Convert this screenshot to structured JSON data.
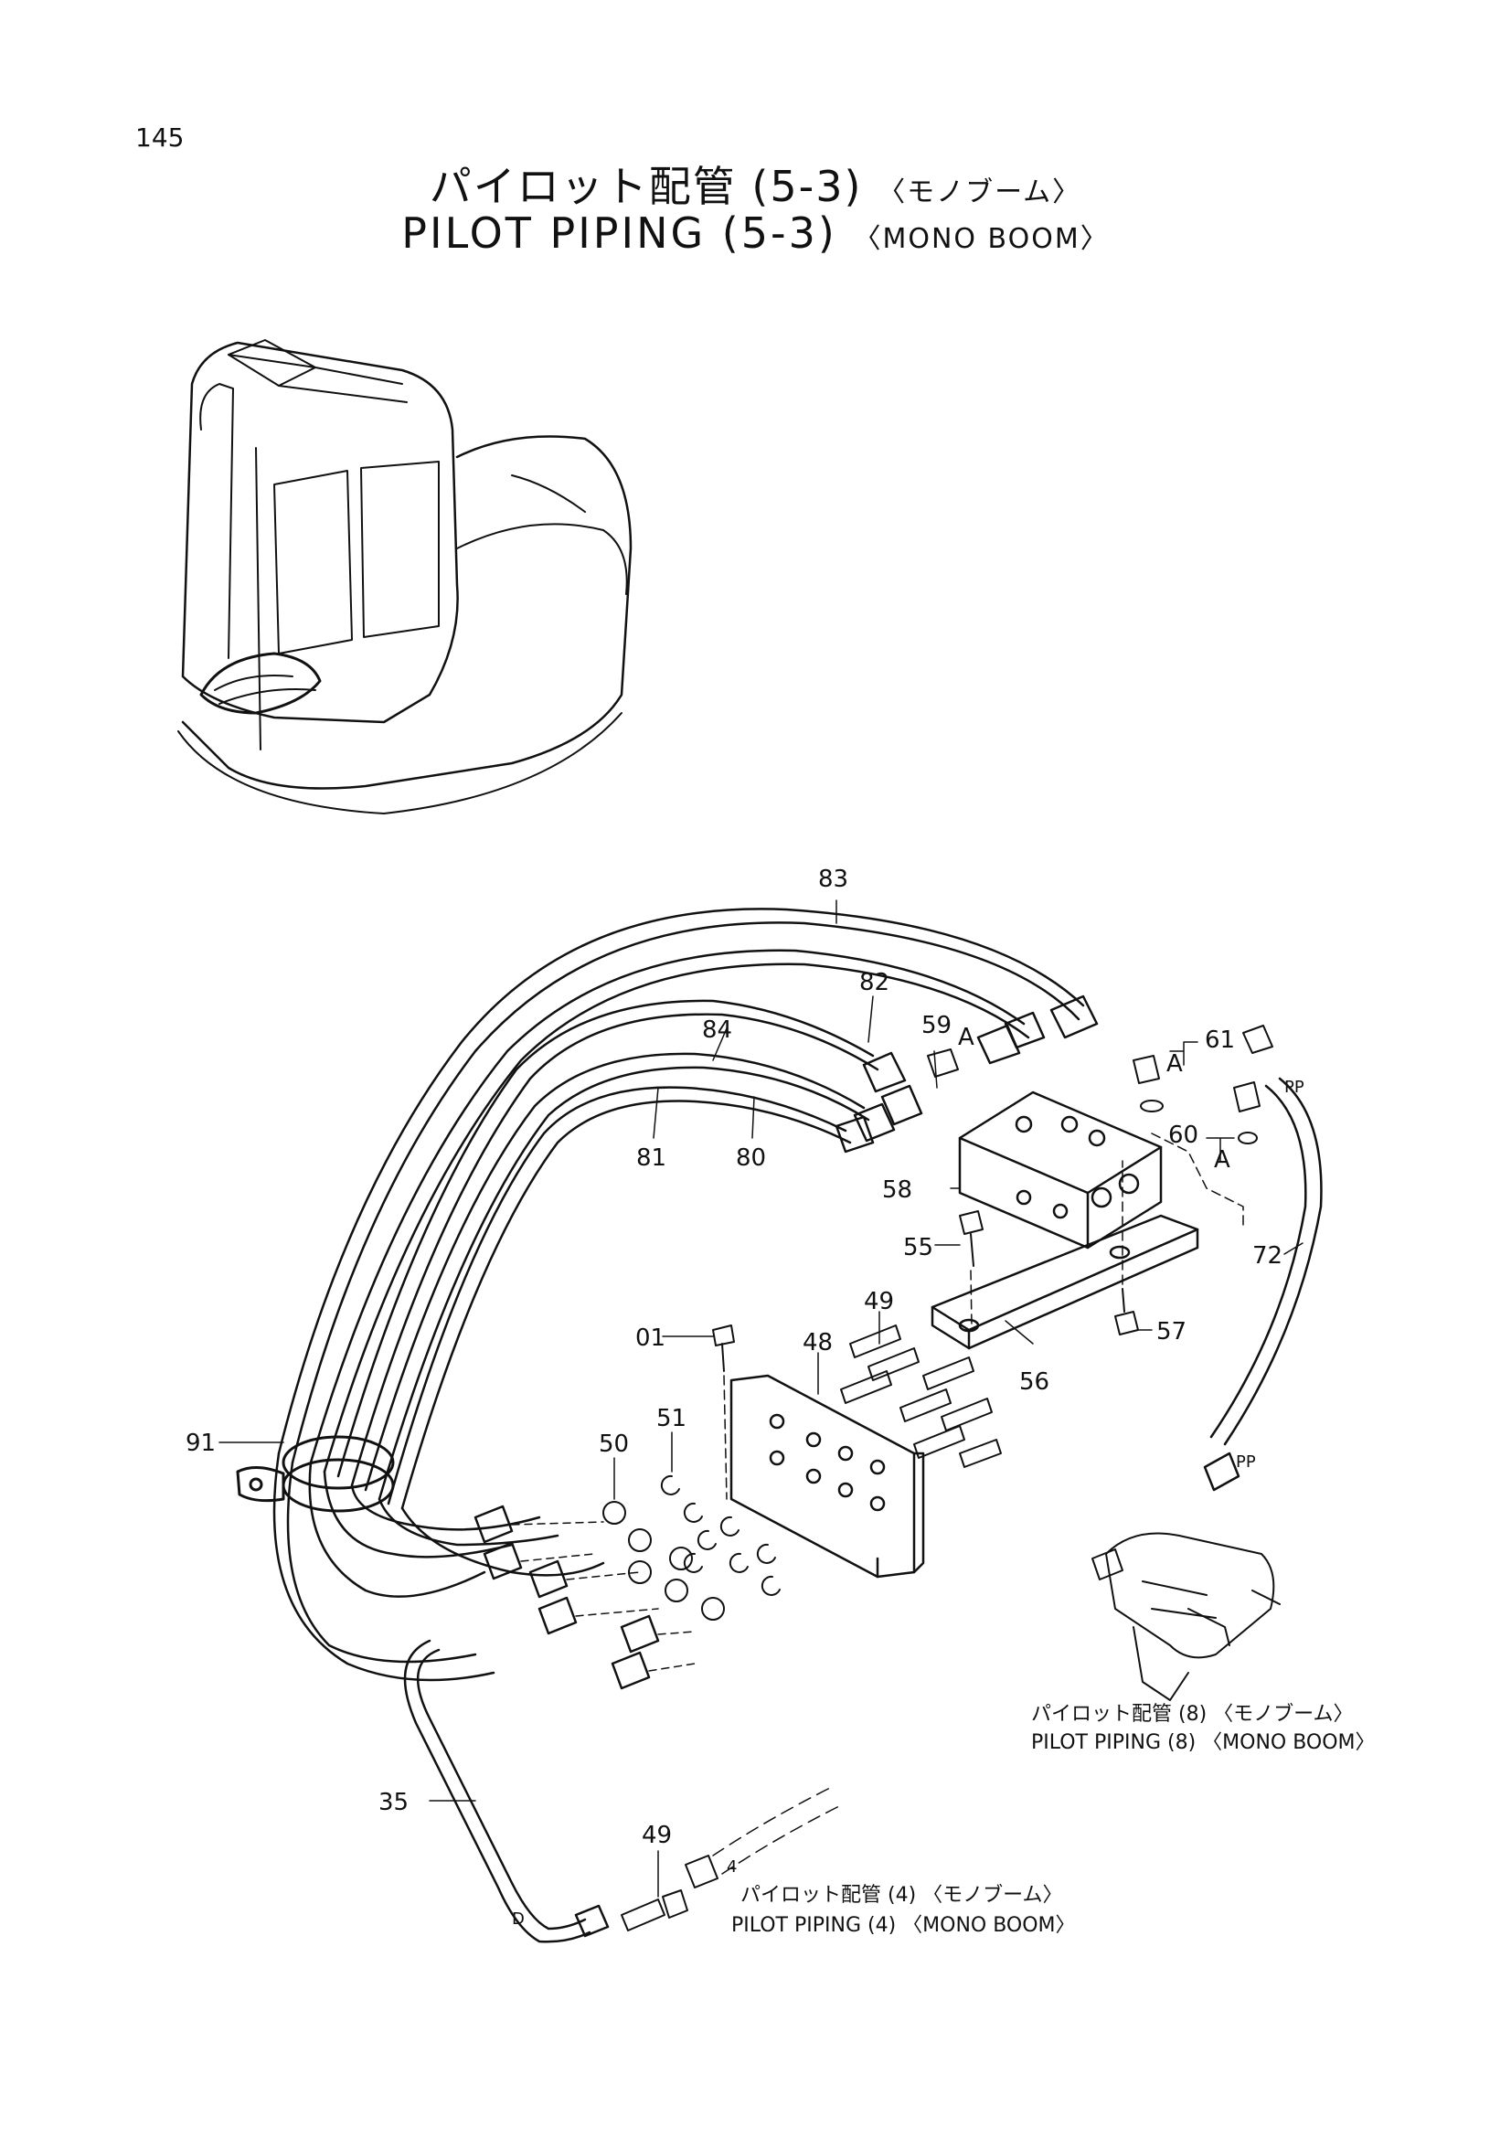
{
  "page_number": "145",
  "title": {
    "jp": "パイロット配管",
    "jp_code": "(5-3)",
    "jp_variant": "〈モノブーム〉",
    "en": "PILOT PIPING",
    "en_code": "(5-3)",
    "en_variant": "〈MONO BOOM〉"
  },
  "part_labels": [
    "83",
    "82",
    "84",
    "59",
    "61",
    "81",
    "80",
    "58",
    "60",
    "55",
    "72",
    "49",
    "01",
    "48",
    "57",
    "56",
    "91",
    "50",
    "51",
    "35",
    "49"
  ],
  "connection_marks": [
    "A",
    "A",
    "A",
    "PP",
    "PP",
    "D",
    "4"
  ],
  "references": [
    {
      "jp": "パイロット配管 (8) 〈モノブーム〉",
      "en": "PILOT PIPING (8) 〈MONO BOOM〉"
    },
    {
      "jp": "パイロット配管 (4) 〈モノブーム〉",
      "en": "PILOT PIPING (4) 〈MONO BOOM〉"
    }
  ]
}
